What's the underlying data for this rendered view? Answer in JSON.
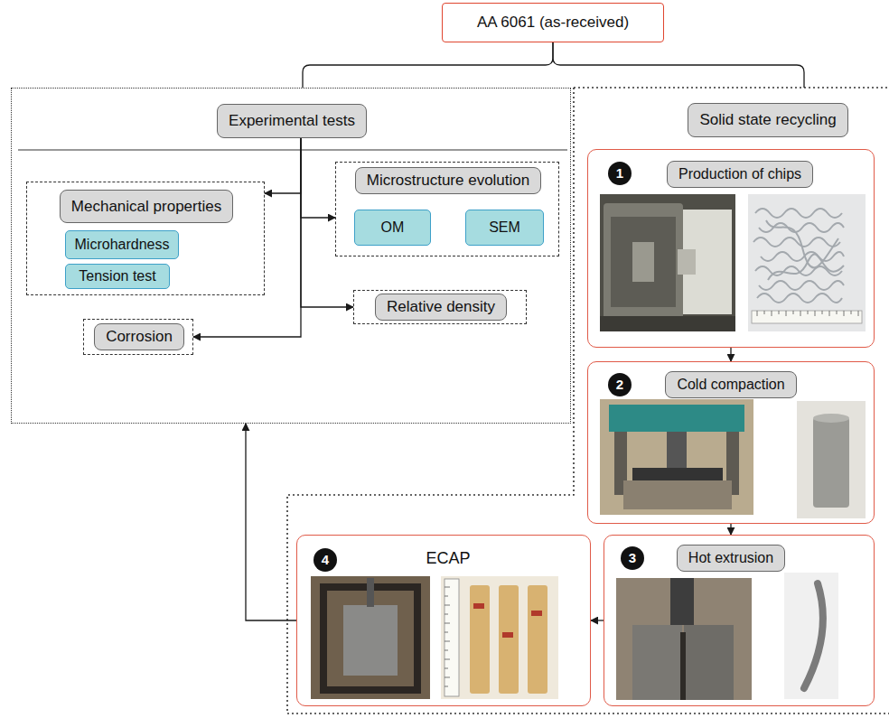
{
  "diagram": {
    "nodes": [
      {
        "text": [
          "AA 6061 (as-received)"
        ]
      },
      {
        "text": [
          "Experimental tests"
        ]
      },
      {
        "text": [
          "Mechanical properties"
        ],
        "in": 1
      },
      {
        "text": [
          "Microhardness"
        ],
        "in": 2
      },
      {
        "text": [
          "Tension test"
        ],
        "in": 2
      },
      {
        "text": [
          "Microstructure evolution"
        ],
        "in": 1
      },
      {
        "text": [
          "OM"
        ],
        "in": 5
      },
      {
        "text": [
          "SEM"
        ],
        "in": 5
      },
      {
        "text": [
          "Relative density"
        ],
        "in": 1
      },
      {
        "text": [
          "Corrosion"
        ],
        "in": 1
      },
      {
        "text": [
          "Solid state recycling"
        ]
      },
      {
        "text": [
          "1",
          "Production of chips"
        ],
        "in": 10
      },
      {
        "text": [
          "2",
          "Cold compaction"
        ],
        "in": 10
      },
      {
        "text": [
          "3",
          "Hot extrusion"
        ],
        "in": 10
      },
      {
        "text": [
          "4",
          "ECAP"
        ],
        "in": 10
      }
    ],
    "edges": [
      {
        "from": 0,
        "to": 1,
        "arrow": "none"
      },
      {
        "from": 0,
        "to": 10,
        "arrow": "none"
      },
      {
        "from": 1,
        "to": 2,
        "arrow": "to"
      },
      {
        "from": 1,
        "to": 5,
        "arrow": "to"
      },
      {
        "from": 1,
        "to": 8,
        "arrow": "to"
      },
      {
        "from": 1,
        "to": 9,
        "arrow": "to"
      },
      {
        "from": 11,
        "to": 12,
        "arrow": "to"
      },
      {
        "from": 12,
        "to": 13,
        "arrow": "to"
      },
      {
        "from": 13,
        "to": 14,
        "arrow": "to"
      },
      {
        "from": 14,
        "to": 1,
        "arrow": "to"
      }
    ]
  }
}
